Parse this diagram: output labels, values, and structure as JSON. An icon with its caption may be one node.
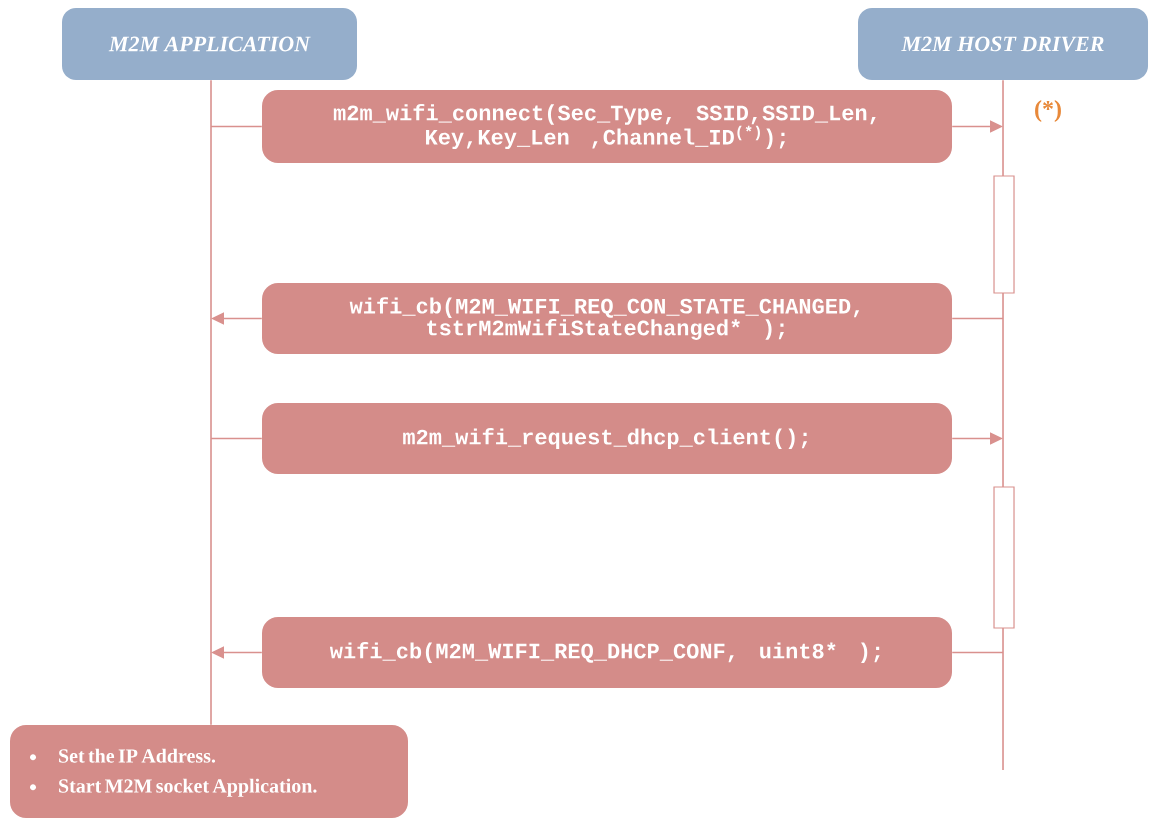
{
  "diagram": {
    "nodes": [
      {
        "text": [
          "M2M APPLICATION"
        ]
      },
      {
        "text": [
          "M2M HOST DRIVER"
        ]
      },
      {
        "text": [
          "m2m_wifi_connect(Sec_Type, SSID,SSID_Len, Key,Key_Len ,Channel_ID$^{(*)}$);"
        ]
      },
      {
        "text": [],
        "shape": "bar"
      },
      {
        "text": [
          "wifi_cb(M2M_WIFI_REQ_CON_STATE_CHANGED, tstrM2mWifiStateChanged* );"
        ]
      },
      {
        "text": [
          "m2m_wifi_request_dhcp_client();"
        ]
      },
      {
        "text": [],
        "shape": "bar"
      },
      {
        "text": [
          "wifi_cb(M2M_WIFI_REQ_DHCP_CONF, uint8* );"
        ]
      },
      {
        "text": [
          "Set the IP Address.",
          "Start M2M socket Application."
        ]
      }
    ],
    "edges": [
      {
        "from": null,
        "to": 2,
        "arrow": "none"
      },
      {
        "from": 2,
        "to": null,
        "arrow": "to"
      },
      {
        "from": null,
        "to": 4,
        "arrow": "none"
      },
      {
        "from": 4,
        "to": null,
        "arrow": "to"
      },
      {
        "from": null,
        "to": 5,
        "arrow": "none"
      },
      {
        "from": 5,
        "to": null,
        "arrow": "to"
      },
      {
        "from": null,
        "to": 7,
        "arrow": "none"
      },
      {
        "from": 7,
        "to": null,
        "arrow": "to"
      },
      {
        "from": 0,
        "to": 8,
        "arrow": "none"
      },
      {
        "from": 1,
        "to": null,
        "arrow": "none"
      }
    ],
    "labels": [
      "(*)"
    ]
  }
}
